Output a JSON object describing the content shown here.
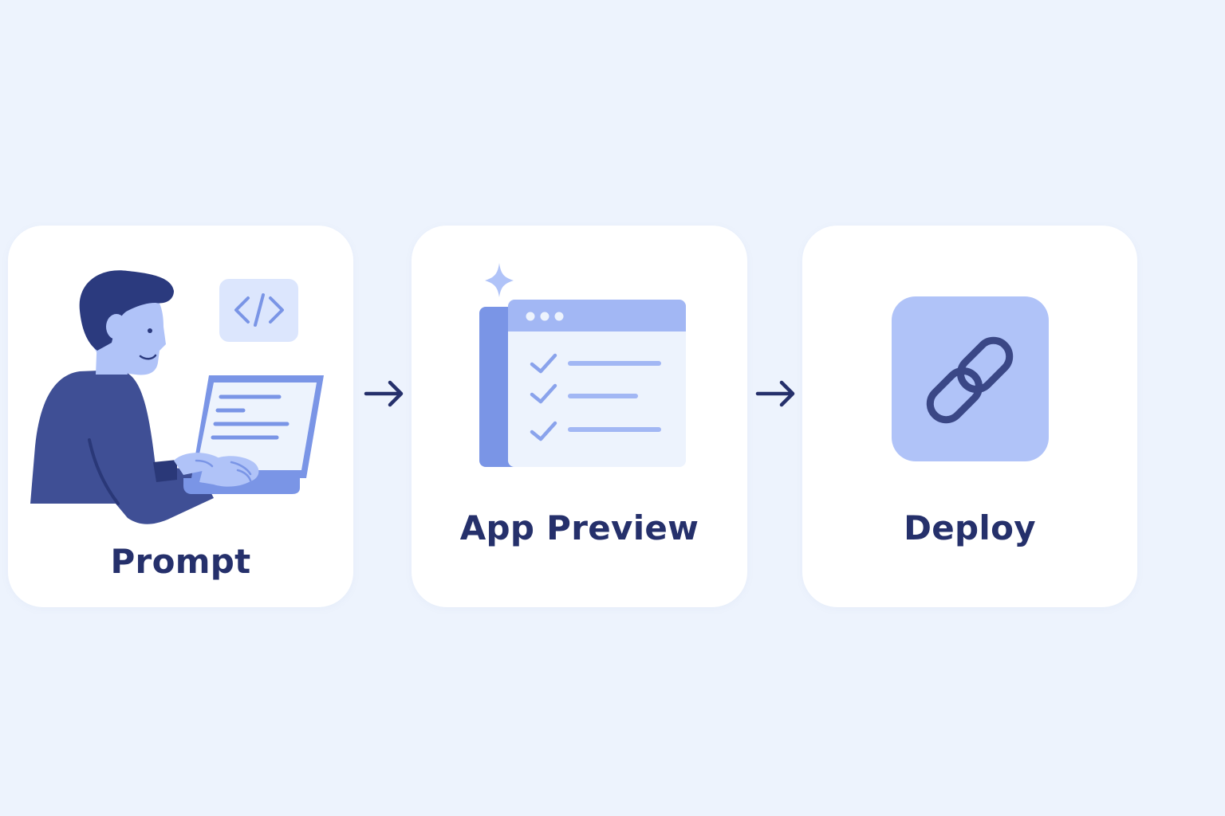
{
  "steps": [
    {
      "label": "Prompt",
      "icon": "person-typing-on-laptop-icon"
    },
    {
      "label": "App Preview",
      "icon": "app-window-checklist-icon"
    },
    {
      "label": "Deploy",
      "icon": "link-chain-icon"
    }
  ],
  "connectors": [
    "arrow-right-icon",
    "arrow-right-icon"
  ],
  "colors": {
    "background": "#edf3fd",
    "card": "#ffffff",
    "text": "#25306b",
    "accent_dark": "#2b3a7e",
    "accent": "#7a95e6",
    "accent_light": "#b0c3f8"
  }
}
